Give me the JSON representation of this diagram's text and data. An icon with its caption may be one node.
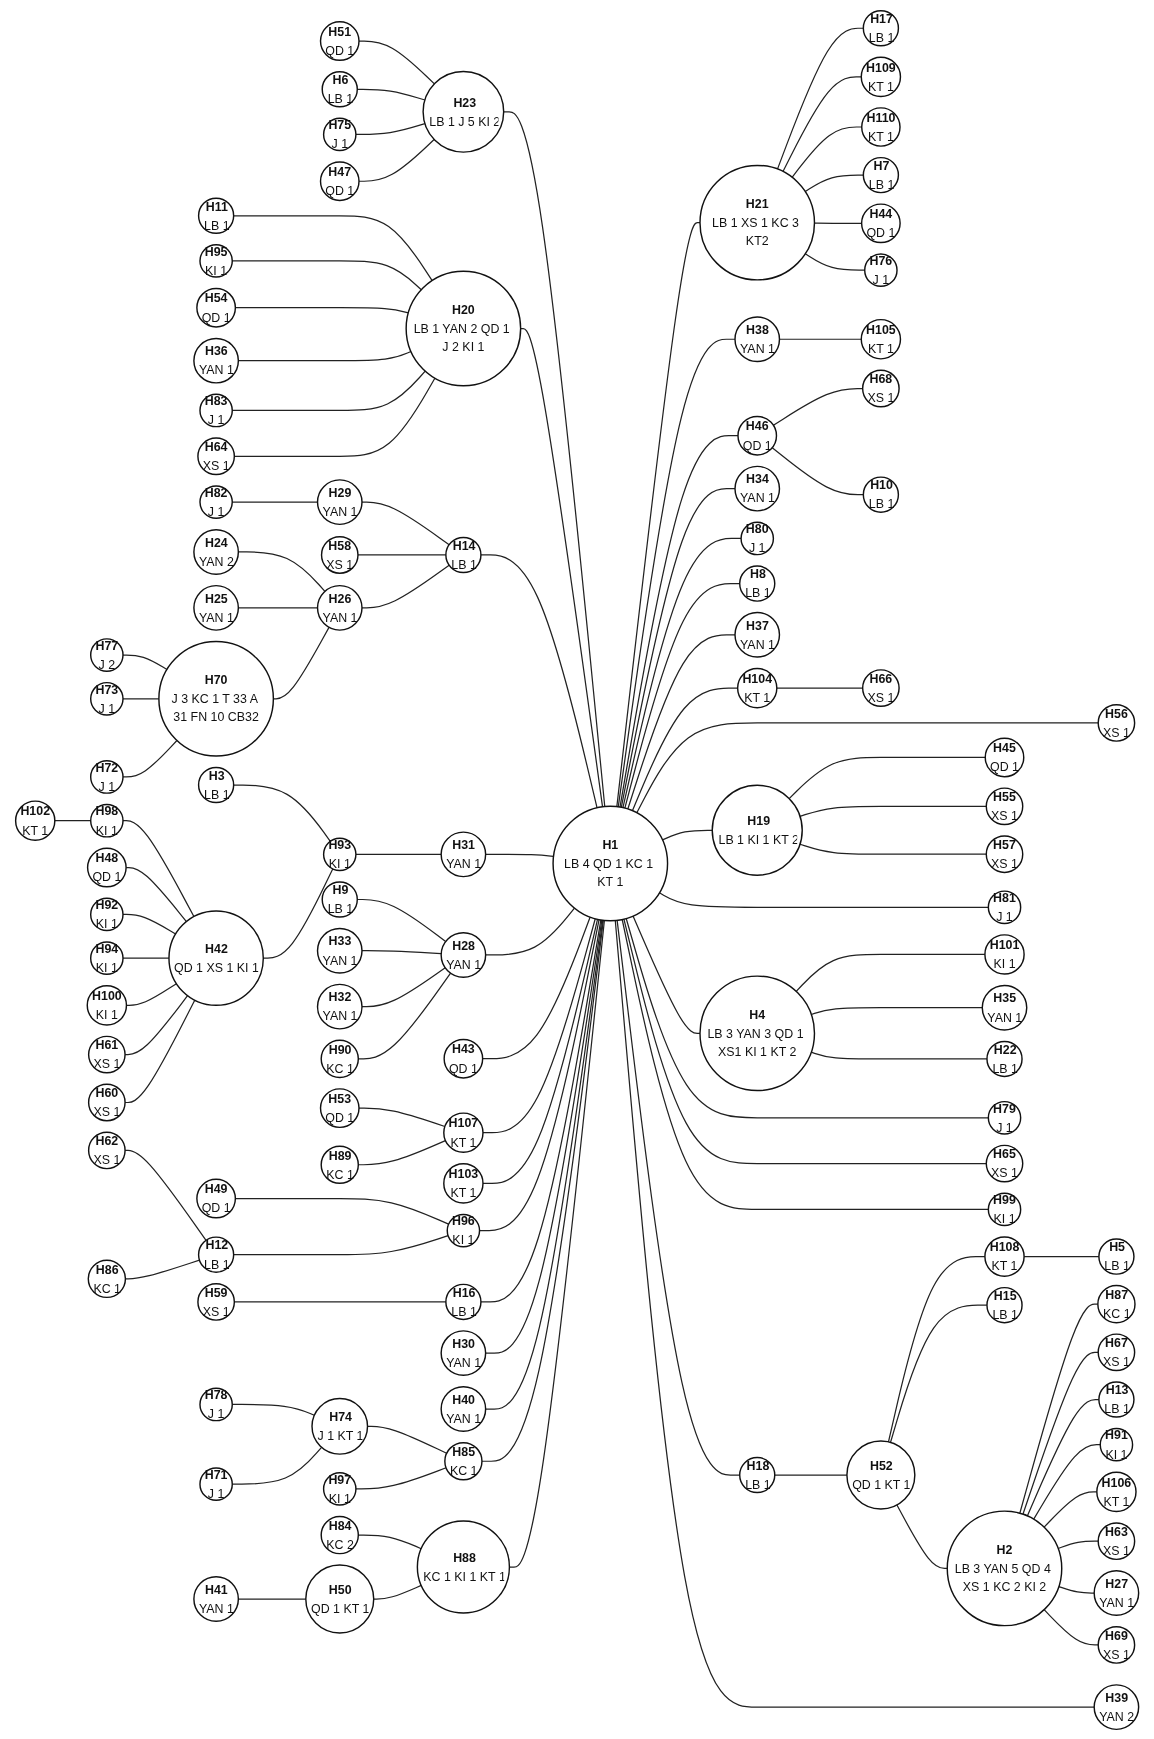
{
  "diagram": {
    "nodes": [
      {
        "text": [
          "H1",
          "LB 4 QD 1 KC 1 KT 1"
        ]
      },
      {
        "text": [
          "H2",
          "LB 3 YAN 5 QD 4 XS 1 KC 2 KI 2"
        ]
      },
      {
        "text": [
          "H23",
          "LB 1 J 5 KI 2"
        ]
      },
      {
        "text": [
          "H20",
          "LB 1 YAN 2 QD 1 J 2 KI 1"
        ]
      },
      {
        "text": [
          "H21",
          "LB 1 XS 1 KC 3 KT2"
        ]
      },
      {
        "text": [
          "H19",
          "LB 1 KI 1 KT 2"
        ]
      },
      {
        "text": [
          "H4",
          "LB 3 YAN 3 QD 1 XS1 KI 1 KT 2"
        ]
      },
      {
        "text": [
          "H70",
          "J 3 KC 1 T 33 A 31 FN 10 CB32"
        ]
      },
      {
        "text": [
          "H42",
          "QD 1 XS 1 KI 1"
        ]
      },
      {
        "text": [
          "H14",
          "LB 1"
        ]
      },
      {
        "text": [
          "H26",
          "YAN 1"
        ]
      },
      {
        "text": [
          "H93",
          "KI 1"
        ]
      },
      {
        "text": [
          "H31",
          "YAN 1"
        ]
      },
      {
        "text": [
          "H28",
          "YAN 1"
        ]
      },
      {
        "text": [
          "H9",
          "LB 1"
        ]
      },
      {
        "text": [
          "H33",
          "YAN 1"
        ]
      },
      {
        "text": [
          "H32",
          "YAN 1"
        ]
      },
      {
        "text": [
          "H90",
          "KC 1"
        ]
      },
      {
        "text": [
          "H43",
          "QD 1"
        ]
      },
      {
        "text": [
          "H107",
          "KT 1"
        ]
      },
      {
        "text": [
          "H53",
          "QD 1"
        ]
      },
      {
        "text": [
          "H89",
          "KC 1"
        ]
      },
      {
        "text": [
          "H103",
          "KT 1"
        ]
      },
      {
        "text": [
          "H34",
          "YAN 1"
        ]
      },
      {
        "text": [
          "H17",
          "LB 1"
        ]
      },
      {
        "text": [
          "H109",
          "KT 1"
        ]
      },
      {
        "text": [
          "H110",
          "KT 1"
        ]
      },
      {
        "text": [
          "H7",
          "LB 1"
        ]
      },
      {
        "text": [
          "H44",
          "QD 1"
        ]
      },
      {
        "text": [
          "H76",
          "J 1"
        ]
      },
      {
        "text": [
          "H45",
          "QD 1"
        ]
      },
      {
        "text": [
          "H55",
          "XS 1"
        ]
      },
      {
        "text": [
          "H57",
          "XS 1"
        ]
      },
      {
        "text": [
          "H80",
          "J 1"
        ]
      },
      {
        "text": [
          "H8",
          "LB 1"
        ]
      },
      {
        "text": [
          "H37",
          "YAN 1"
        ]
      },
      {
        "text": [
          "H81",
          "J 1"
        ]
      },
      {
        "text": [
          "H38",
          "YAN 1"
        ]
      },
      {
        "text": [
          "H105",
          "KT 1"
        ]
      },
      {
        "text": [
          "H46",
          "QD 1"
        ]
      },
      {
        "text": [
          "H68",
          "XS 1"
        ]
      },
      {
        "text": [
          "H10",
          "LB 1"
        ]
      },
      {
        "text": [
          "H101",
          "KI 1"
        ]
      },
      {
        "text": [
          "H35",
          "YAN 1"
        ]
      },
      {
        "text": [
          "H22",
          "LB 1"
        ]
      },
      {
        "text": [
          "H79",
          "J 1"
        ]
      },
      {
        "text": [
          "H85",
          "KC 1"
        ]
      },
      {
        "text": [
          "H74",
          "J 1 KT 1"
        ]
      },
      {
        "text": [
          "H78",
          "J 1"
        ]
      },
      {
        "text": [
          "H71",
          "J 1"
        ]
      },
      {
        "text": [
          "H97",
          "KI 1"
        ]
      },
      {
        "text": [
          "H65",
          "XS 1"
        ]
      },
      {
        "text": [
          "H99",
          "KI 1"
        ]
      },
      {
        "text": [
          "H56",
          "XS 1"
        ]
      },
      {
        "text": [
          "H104",
          "KT 1"
        ]
      },
      {
        "text": [
          "H66",
          "XS 1"
        ]
      },
      {
        "text": [
          "H18",
          "LB 1"
        ]
      },
      {
        "text": [
          "H52",
          "QD 1 KT 1"
        ]
      },
      {
        "text": [
          "H108",
          "KT 1"
        ]
      },
      {
        "text": [
          "H5",
          "LB 1"
        ]
      },
      {
        "text": [
          "H15",
          "LB 1"
        ]
      },
      {
        "text": [
          "H87",
          "KC 1"
        ]
      },
      {
        "text": [
          "H67",
          "XS 1"
        ]
      },
      {
        "text": [
          "H13",
          "LB 1"
        ]
      },
      {
        "text": [
          "H91",
          "KI 1"
        ]
      },
      {
        "text": [
          "H106",
          "KT 1"
        ]
      },
      {
        "text": [
          "H63",
          "XS 1"
        ]
      },
      {
        "text": [
          "H27",
          "YAN 1"
        ]
      },
      {
        "text": [
          "H69",
          "XS 1"
        ]
      },
      {
        "text": [
          "H88",
          "KC 1 KI 1 KT 1"
        ]
      },
      {
        "text": [
          "H84",
          "KC 2"
        ]
      },
      {
        "text": [
          "H50",
          "QD 1 KT 1"
        ]
      },
      {
        "text": [
          "H41",
          "YAN 1"
        ]
      },
      {
        "text": [
          "H39",
          "YAN 2"
        ]
      },
      {
        "text": [
          "H96",
          "KI 1"
        ]
      },
      {
        "text": [
          "H49",
          "QD 1"
        ]
      },
      {
        "text": [
          "H12",
          "LB 1"
        ]
      },
      {
        "text": [
          "H62",
          "XS 1"
        ]
      },
      {
        "text": [
          "H86",
          "KC 1"
        ]
      },
      {
        "text": [
          "H16",
          "LB 1"
        ]
      },
      {
        "text": [
          "H59",
          "XS 1"
        ]
      },
      {
        "text": [
          "H30",
          "YAN 1"
        ]
      },
      {
        "text": [
          "H40",
          "YAN 1"
        ]
      },
      {
        "text": [
          "H11",
          "LB 1"
        ]
      },
      {
        "text": [
          "H95",
          "KI 1"
        ]
      },
      {
        "text": [
          "H54",
          "QD 1"
        ]
      },
      {
        "text": [
          "H36",
          "YAN 1"
        ]
      },
      {
        "text": [
          "H51",
          "QD 1"
        ]
      },
      {
        "text": [
          "H83",
          "J 1"
        ]
      },
      {
        "text": [
          "H64",
          "XS 1"
        ]
      },
      {
        "text": [
          "H6",
          "LB 1"
        ]
      },
      {
        "text": [
          "H75",
          "J 1"
        ]
      },
      {
        "text": [
          "H47",
          "QD 1"
        ]
      },
      {
        "text": [
          "H98",
          "KI 1"
        ]
      },
      {
        "text": [
          "H102",
          "KT 1"
        ]
      },
      {
        "text": [
          "H48",
          "QD 1"
        ]
      },
      {
        "text": [
          "H92",
          "KI 1"
        ]
      },
      {
        "text": [
          "H94",
          "KI 1"
        ]
      },
      {
        "text": [
          "H100",
          "KI 1"
        ]
      },
      {
        "text": [
          "H61",
          "XS 1"
        ]
      },
      {
        "text": [
          "H60",
          "XS 1"
        ]
      },
      {
        "text": [
          "H3",
          "LB 1"
        ]
      },
      {
        "text": [
          "H29",
          "YAN 1"
        ]
      },
      {
        "text": [
          "H82",
          "J 1"
        ]
      },
      {
        "text": [
          "H58",
          "XS 1"
        ]
      },
      {
        "text": [
          "H24",
          "YAN 2"
        ]
      },
      {
        "text": [
          "H25",
          "YAN 1"
        ]
      },
      {
        "text": [
          "H77",
          "J 2"
        ]
      },
      {
        "text": [
          "H73",
          "J 1"
        ]
      },
      {
        "text": [
          "H72",
          "J 1"
        ]
      }
    ],
    "edges": [
      {
        "from": 2,
        "to": 0,
        "arrow": "none"
      },
      {
        "from": 3,
        "to": 0,
        "arrow": "none"
      },
      {
        "from": 9,
        "to": 0,
        "arrow": "none"
      },
      {
        "from": 12,
        "to": 0,
        "arrow": "none"
      },
      {
        "from": 13,
        "to": 0,
        "arrow": "none"
      },
      {
        "from": 18,
        "to": 0,
        "arrow": "none"
      },
      {
        "from": 19,
        "to": 0,
        "arrow": "none"
      },
      {
        "from": 22,
        "to": 0,
        "arrow": "none"
      },
      {
        "from": 74,
        "to": 0,
        "arrow": "none"
      },
      {
        "from": 79,
        "to": 0,
        "arrow": "none"
      },
      {
        "from": 81,
        "to": 0,
        "arrow": "none"
      },
      {
        "from": 82,
        "to": 0,
        "arrow": "none"
      },
      {
        "from": 0,
        "to": 4,
        "arrow": "none"
      },
      {
        "from": 0,
        "to": 5,
        "arrow": "none"
      },
      {
        "from": 0,
        "to": 6,
        "arrow": "none"
      },
      {
        "from": 0,
        "to": 23,
        "arrow": "none"
      },
      {
        "from": 0,
        "to": 33,
        "arrow": "none"
      },
      {
        "from": 0,
        "to": 34,
        "arrow": "none"
      },
      {
        "from": 0,
        "to": 35,
        "arrow": "none"
      },
      {
        "from": 0,
        "to": 36,
        "arrow": "none"
      },
      {
        "from": 0,
        "to": 37,
        "arrow": "none"
      },
      {
        "from": 0,
        "to": 39,
        "arrow": "none"
      },
      {
        "from": 0,
        "to": 45,
        "arrow": "none"
      },
      {
        "from": 46,
        "to": 0,
        "arrow": "none"
      },
      {
        "from": 0,
        "to": 51,
        "arrow": "none"
      },
      {
        "from": 0,
        "to": 52,
        "arrow": "none"
      },
      {
        "from": 0,
        "to": 53,
        "arrow": "none"
      },
      {
        "from": 0,
        "to": 54,
        "arrow": "none"
      },
      {
        "from": 0,
        "to": 56,
        "arrow": "none"
      },
      {
        "from": 69,
        "to": 0,
        "arrow": "none"
      },
      {
        "from": 0,
        "to": 73,
        "arrow": "none"
      },
      {
        "from": 14,
        "to": 13,
        "arrow": "none"
      },
      {
        "from": 15,
        "to": 13,
        "arrow": "none"
      },
      {
        "from": 16,
        "to": 13,
        "arrow": "none"
      },
      {
        "from": 17,
        "to": 13,
        "arrow": "none"
      },
      {
        "from": 20,
        "to": 19,
        "arrow": "none"
      },
      {
        "from": 21,
        "to": 19,
        "arrow": "none"
      },
      {
        "from": 4,
        "to": 24,
        "arrow": "none"
      },
      {
        "from": 4,
        "to": 25,
        "arrow": "none"
      },
      {
        "from": 4,
        "to": 26,
        "arrow": "none"
      },
      {
        "from": 4,
        "to": 27,
        "arrow": "none"
      },
      {
        "from": 4,
        "to": 28,
        "arrow": "none"
      },
      {
        "from": 4,
        "to": 29,
        "arrow": "none"
      },
      {
        "from": 5,
        "to": 30,
        "arrow": "none"
      },
      {
        "from": 5,
        "to": 31,
        "arrow": "none"
      },
      {
        "from": 5,
        "to": 32,
        "arrow": "none"
      },
      {
        "from": 37,
        "to": 38,
        "arrow": "none"
      },
      {
        "from": 39,
        "to": 40,
        "arrow": "none"
      },
      {
        "from": 39,
        "to": 41,
        "arrow": "none"
      },
      {
        "from": 6,
        "to": 42,
        "arrow": "none"
      },
      {
        "from": 6,
        "to": 43,
        "arrow": "none"
      },
      {
        "from": 6,
        "to": 44,
        "arrow": "none"
      },
      {
        "from": 47,
        "to": 46,
        "arrow": "none"
      },
      {
        "from": 50,
        "to": 46,
        "arrow": "none"
      },
      {
        "from": 48,
        "to": 47,
        "arrow": "none"
      },
      {
        "from": 49,
        "to": 47,
        "arrow": "none"
      },
      {
        "from": 54,
        "to": 55,
        "arrow": "none"
      },
      {
        "from": 56,
        "to": 57,
        "arrow": "none"
      },
      {
        "from": 57,
        "to": 58,
        "arrow": "none"
      },
      {
        "from": 57,
        "to": 60,
        "arrow": "none"
      },
      {
        "from": 57,
        "to": 1,
        "arrow": "none"
      },
      {
        "from": 58,
        "to": 59,
        "arrow": "none"
      },
      {
        "from": 1,
        "to": 61,
        "arrow": "none"
      },
      {
        "from": 1,
        "to": 62,
        "arrow": "none"
      },
      {
        "from": 1,
        "to": 63,
        "arrow": "none"
      },
      {
        "from": 1,
        "to": 64,
        "arrow": "none"
      },
      {
        "from": 1,
        "to": 65,
        "arrow": "none"
      },
      {
        "from": 1,
        "to": 66,
        "arrow": "none"
      },
      {
        "from": 1,
        "to": 67,
        "arrow": "none"
      },
      {
        "from": 1,
        "to": 68,
        "arrow": "none"
      },
      {
        "from": 70,
        "to": 69,
        "arrow": "none"
      },
      {
        "from": 71,
        "to": 69,
        "arrow": "none"
      },
      {
        "from": 72,
        "to": 71,
        "arrow": "none"
      },
      {
        "from": 75,
        "to": 74,
        "arrow": "none"
      },
      {
        "from": 76,
        "to": 74,
        "arrow": "none"
      },
      {
        "from": 77,
        "to": 76,
        "arrow": "none"
      },
      {
        "from": 78,
        "to": 76,
        "arrow": "none"
      },
      {
        "from": 80,
        "to": 79,
        "arrow": "none"
      },
      {
        "from": 83,
        "to": 3,
        "arrow": "none"
      },
      {
        "from": 84,
        "to": 3,
        "arrow": "none"
      },
      {
        "from": 85,
        "to": 3,
        "arrow": "none"
      },
      {
        "from": 86,
        "to": 3,
        "arrow": "none"
      },
      {
        "from": 88,
        "to": 3,
        "arrow": "none"
      },
      {
        "from": 89,
        "to": 3,
        "arrow": "none"
      },
      {
        "from": 87,
        "to": 2,
        "arrow": "none"
      },
      {
        "from": 90,
        "to": 2,
        "arrow": "none"
      },
      {
        "from": 91,
        "to": 2,
        "arrow": "none"
      },
      {
        "from": 92,
        "to": 2,
        "arrow": "none"
      },
      {
        "from": 11,
        "to": 12,
        "arrow": "none"
      },
      {
        "from": 101,
        "to": 11,
        "arrow": "none"
      },
      {
        "from": 8,
        "to": 11,
        "arrow": "none"
      },
      {
        "from": 93,
        "to": 8,
        "arrow": "none"
      },
      {
        "from": 95,
        "to": 8,
        "arrow": "none"
      },
      {
        "from": 96,
        "to": 8,
        "arrow": "none"
      },
      {
        "from": 97,
        "to": 8,
        "arrow": "none"
      },
      {
        "from": 98,
        "to": 8,
        "arrow": "none"
      },
      {
        "from": 99,
        "to": 8,
        "arrow": "none"
      },
      {
        "from": 100,
        "to": 8,
        "arrow": "none"
      },
      {
        "from": 94,
        "to": 93,
        "arrow": "none"
      },
      {
        "from": 102,
        "to": 9,
        "arrow": "none"
      },
      {
        "from": 104,
        "to": 9,
        "arrow": "none"
      },
      {
        "from": 10,
        "to": 9,
        "arrow": "none"
      },
      {
        "from": 103,
        "to": 102,
        "arrow": "none"
      },
      {
        "from": 105,
        "to": 10,
        "arrow": "none"
      },
      {
        "from": 106,
        "to": 10,
        "arrow": "none"
      },
      {
        "from": 7,
        "to": 10,
        "arrow": "none"
      },
      {
        "from": 107,
        "to": 7,
        "arrow": "none"
      },
      {
        "from": 108,
        "to": 7,
        "arrow": "none"
      },
      {
        "from": 109,
        "to": 7,
        "arrow": "none"
      }
    ]
  }
}
